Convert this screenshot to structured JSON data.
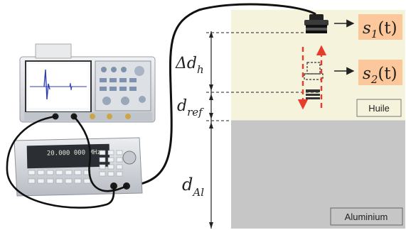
{
  "labels": {
    "delta_dh": {
      "main": "Δd",
      "sub": "h"
    },
    "d_ref": {
      "main": "d",
      "sub": "ref"
    },
    "d_al": {
      "main": "d",
      "sub": "Al"
    },
    "s1": {
      "main": "s",
      "sub": "1",
      "arg": "(t)"
    },
    "s2": {
      "main": "s",
      "sub": "2",
      "arg": "(t)"
    },
    "oil": "Huile",
    "aluminium": "Aluminium"
  },
  "generator_display": "20.000 000 MHz",
  "colors": {
    "oil": "#f6f3dd",
    "aluminium": "#c6c6c6",
    "signal_box": "#fbc79b",
    "wave_arrow": "#e83c2a",
    "cable": "#111111",
    "scope_trace": "#2d3fb8"
  }
}
